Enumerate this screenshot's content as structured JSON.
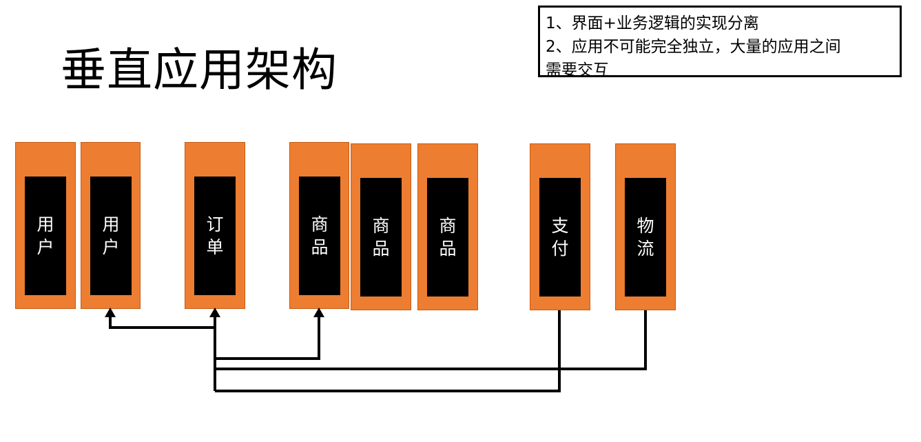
{
  "title": "垂直应用架构",
  "notes": [
    "1、界面+业务逻辑的实现分离",
    "2、应用不可能完全独立，大量的应用之间",
    "需要交互"
  ],
  "boxes": [
    {
      "id": "user-1",
      "chars": [
        "用",
        "户"
      ]
    },
    {
      "id": "user-2",
      "chars": [
        "用",
        "户"
      ]
    },
    {
      "id": "order",
      "chars": [
        "订",
        "单"
      ]
    },
    {
      "id": "product-1",
      "chars": [
        "商",
        "品"
      ]
    },
    {
      "id": "product-2",
      "chars": [
        "商",
        "品"
      ]
    },
    {
      "id": "product-3",
      "chars": [
        "商",
        "品"
      ]
    },
    {
      "id": "payment",
      "chars": [
        "支",
        "付"
      ]
    },
    {
      "id": "logistics",
      "chars": [
        "物",
        "流"
      ]
    }
  ],
  "colors": {
    "box_fill": "#ED7D31",
    "box_border": "#C55A11",
    "inner_fill": "#000000",
    "inner_text": "#FFFFFF",
    "connector": "#000000"
  },
  "connections": [
    {
      "from": "order",
      "to": "user-2"
    },
    {
      "from": "order",
      "to": "product-1"
    },
    {
      "from": "logistics",
      "to": "order"
    },
    {
      "from": "payment",
      "to": "order"
    }
  ]
}
